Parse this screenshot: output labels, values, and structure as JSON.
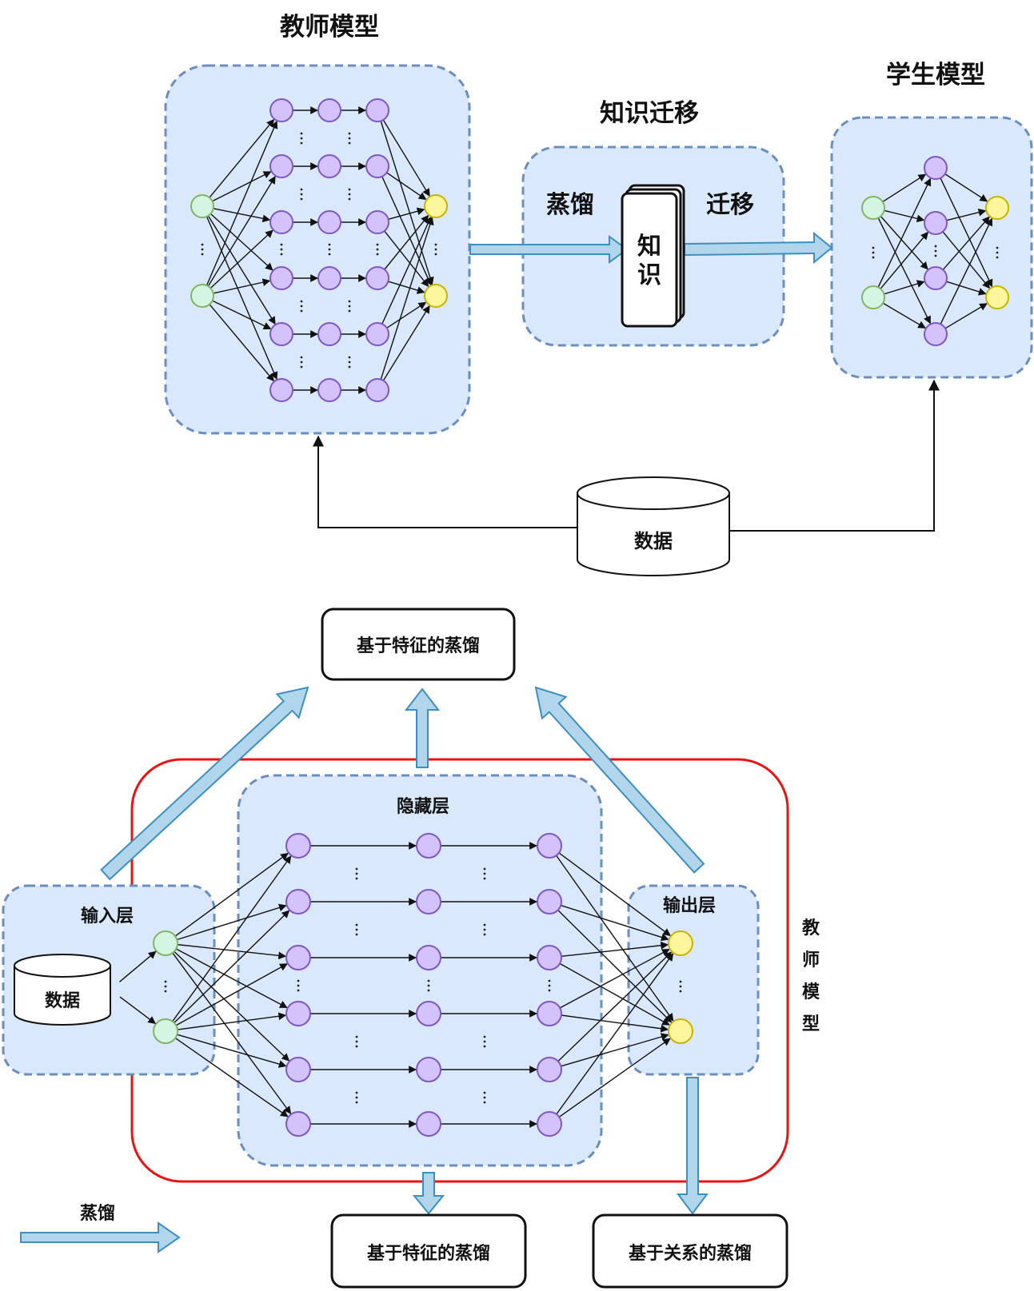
{
  "top": {
    "teacher_title": "教师模型",
    "student_title": "学生模型",
    "transfer_title": "知识迁移",
    "distill_label": "蒸馏",
    "migrate_label": "迁移",
    "knowledge_char_1": "知",
    "knowledge_char_2": "识",
    "data_label": "数据"
  },
  "bottom": {
    "feature_distill_top": "基于特征的蒸馏",
    "hidden_layer": "隐藏层",
    "input_layer": "输入层",
    "output_layer": "输出层",
    "data_label": "数据",
    "teacher_vertical": [
      "教",
      "师",
      "模",
      "型"
    ],
    "feature_distill_bottom": "基于特征的蒸馏",
    "relation_distill": "基于关系的蒸馏",
    "legend_label": "蒸馏"
  },
  "colors": {
    "panel_fill": "#dae8fc",
    "panel_stroke": "#6c8ebf",
    "input_node": "#d5f5e3",
    "input_node_stroke": "#82b366",
    "hidden_node": "#d4c2fc",
    "hidden_node_stroke": "#7e57c2",
    "output_node": "#fff59d",
    "output_node_stroke": "#c9b400",
    "flow_arrow_fill": "#b1d5ea",
    "flow_arrow_stroke": "#3d8fbf",
    "teacher_frame": "#ee1111"
  }
}
